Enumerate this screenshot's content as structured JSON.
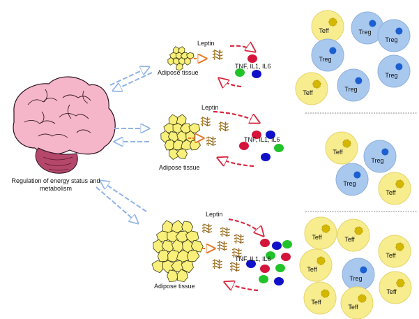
{
  "brain": {
    "caption": "Regulation of energy status and metabolism"
  },
  "panels": [
    {
      "adipose_label": "Adipose tissue",
      "leptin_label": "Leptin",
      "cytokines_label": "TNF, IL1, IL6"
    },
    {
      "adipose_label": "Adipose tissue",
      "leptin_label": "Leptin",
      "cytokines_label": "TNF, IL1, IL6"
    },
    {
      "adipose_label": "Adipose tissue",
      "leptin_label": "Leptin",
      "cytokines_label": "TNF, IL1, IL6"
    }
  ],
  "cells": {
    "teff_label": "Teff",
    "treg_label": "Treg",
    "teff_color": "#f7ec8e",
    "teff_nucleus": "#d4b800",
    "treg_color": "#a9c8ee",
    "treg_nucleus": "#1c5fd0"
  },
  "colors": {
    "brain": "#f4b6c8",
    "cerebellum": "#b4476a",
    "adipose": "#f8f07a",
    "leptin_arrow": "#e87722",
    "cytokine_arrow": "#d8283f",
    "brain_arrow": "#8fb3e6",
    "cytokine_red": "#d4143a",
    "cytokine_green": "#22c22a",
    "cytokine_blue": "#1010c8"
  }
}
